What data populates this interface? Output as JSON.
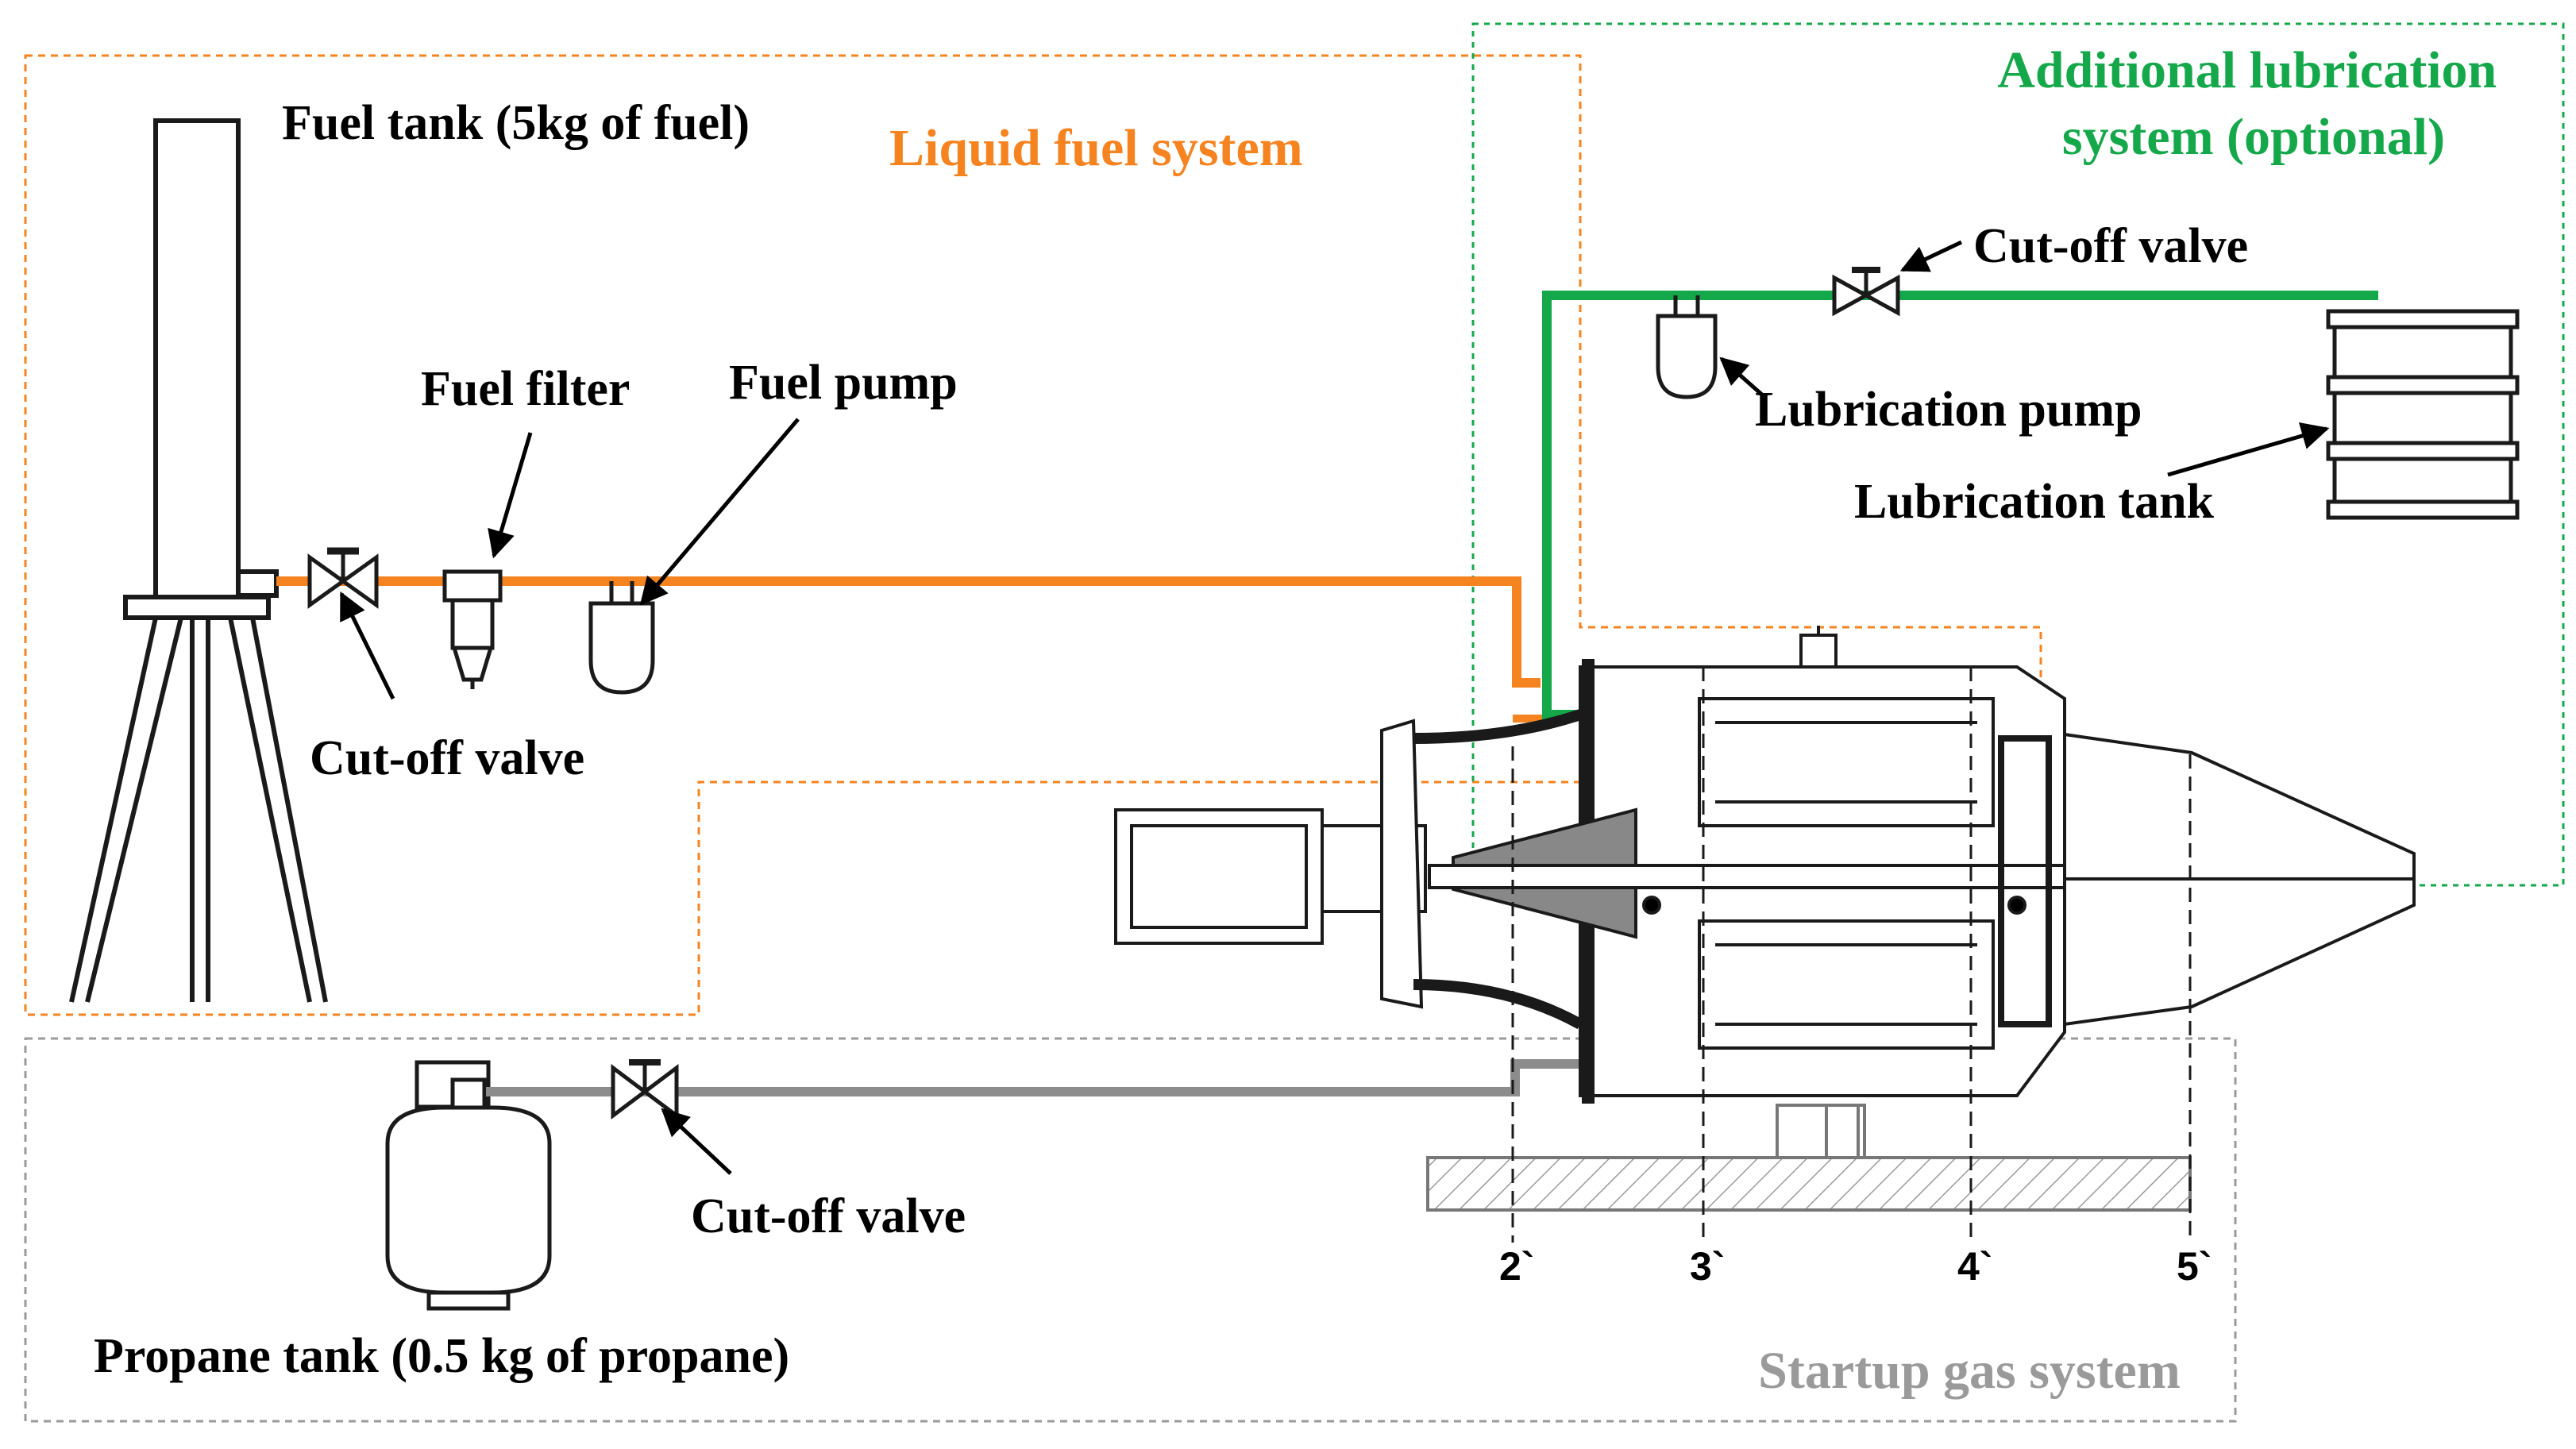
{
  "colors": {
    "fuel": "#f5831f",
    "lubrication": "#14a84a",
    "gas": "#8c8c8c",
    "line": "#1a1a1a"
  },
  "systems": {
    "liquid_fuel": "Liquid fuel system",
    "lubrication": "Additional lubrication system (optional)",
    "startup_gas": "Startup gas system"
  },
  "labels": {
    "fuel_tank": "Fuel tank (5kg of fuel)",
    "fuel_filter": "Fuel filter",
    "fuel_pump": "Fuel pump",
    "fuel_cutoff": "Cut-off valve",
    "lube_cutoff": "Cut-off valve",
    "lube_pump": "Lubrication pump",
    "lube_tank": "Lubrication tank",
    "gas_cutoff": "Cut-off valve",
    "propane_tank": "Propane tank (0.5 kg of propane)"
  },
  "stations": [
    "2`",
    "3`",
    "4`",
    "5`"
  ],
  "icons": [
    "fuel-tank-stand-icon",
    "valve-icon",
    "fuel-filter-icon",
    "pump-icon",
    "lubrication-tank-icon",
    "propane-cylinder-icon",
    "turbojet-engine-icon",
    "arrow-icon"
  ]
}
